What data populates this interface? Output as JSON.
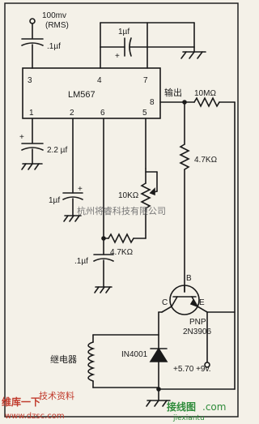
{
  "labels": {
    "input_level": "100mv",
    "input_rms": "(RMS)",
    "c_in": ".1µf",
    "c_top": "1µf",
    "plus_top": "+",
    "pin3": "3",
    "pin4": "4",
    "pin7": "7",
    "pin8": "8",
    "pin1": "1",
    "pin2": "2",
    "pin6": "6",
    "pin5": "5",
    "ic_name": "LM567",
    "output": "输出",
    "r_out": "10MΩ",
    "r_base": "4.7KΩ",
    "c_pin1": "2.2 µf",
    "plus_pin1": "+",
    "c_pin2": "1µf",
    "plus_pin2": "+",
    "pot": "10KΩ",
    "r_timing": "4.7KΩ",
    "c_timing": ".1µf",
    "q_b": "B",
    "q_c": "C",
    "q_e": "E",
    "q_type": "PNP",
    "q_part": "2N3906",
    "relay": "继电器",
    "diode": "IN4001",
    "supply": "+5.70 +9v.",
    "wm_center": "杭州将睿科技有限公司",
    "wm_left_top": "维库一下",
    "wm_left_brand": "技术资料",
    "wm_left_url": "www.dzsc.com",
    "wm_right_brand": "接线图",
    "wm_right_com": ".com",
    "wm_right_url": "jiexiantu"
  }
}
